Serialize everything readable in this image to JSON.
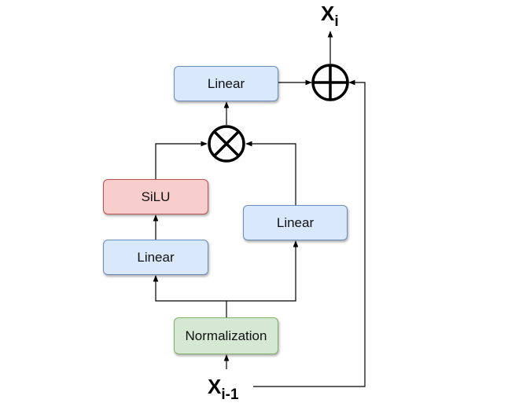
{
  "diagram": {
    "output_var": {
      "base": "X",
      "sub": "i"
    },
    "input_var": {
      "base": "X",
      "sub": "i-1"
    },
    "nodes": {
      "linear_top": "Linear",
      "silu": "SiLU",
      "linear_left": "Linear",
      "linear_right": "Linear",
      "normalization": "Normalization"
    },
    "operators": {
      "multiply": "multiply-circle-icon",
      "add": "add-circle-icon"
    },
    "colors": {
      "linear_fill": "#dae8fc",
      "linear_border": "#6c8ebf",
      "silu_fill": "#f8cecc",
      "silu_border": "#b85450",
      "norm_fill": "#d5e8d4",
      "norm_border": "#82b366",
      "edge": "#000000"
    }
  }
}
